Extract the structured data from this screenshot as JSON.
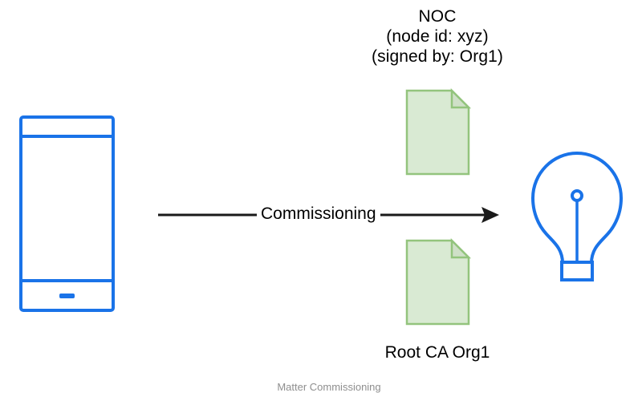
{
  "diagram": {
    "caption": "Matter Commissioning",
    "colors": {
      "device_blue": "#1a73e8",
      "cert_fill": "#d9ead3",
      "cert_stroke": "#93c47d",
      "cert_fold": "#cfe0c8",
      "arrow_black": "#1a1a1a",
      "caption_gray": "#8e8e8e",
      "background": "#ffffff"
    },
    "nodes": {
      "phone": {
        "name": "smartphone-commissioner"
      },
      "bulb": {
        "name": "light-bulb-device"
      }
    },
    "arrow": {
      "label": "Commissioning",
      "direction": "left-to-right"
    },
    "certificates": [
      {
        "id": "noc",
        "title_lines": [
          "NOC",
          "(node id: xyz)",
          "(signed by: Org1)"
        ],
        "label_position": "above"
      },
      {
        "id": "root-ca",
        "title_lines": [
          "Root CA Org1"
        ],
        "label_position": "below"
      }
    ]
  }
}
